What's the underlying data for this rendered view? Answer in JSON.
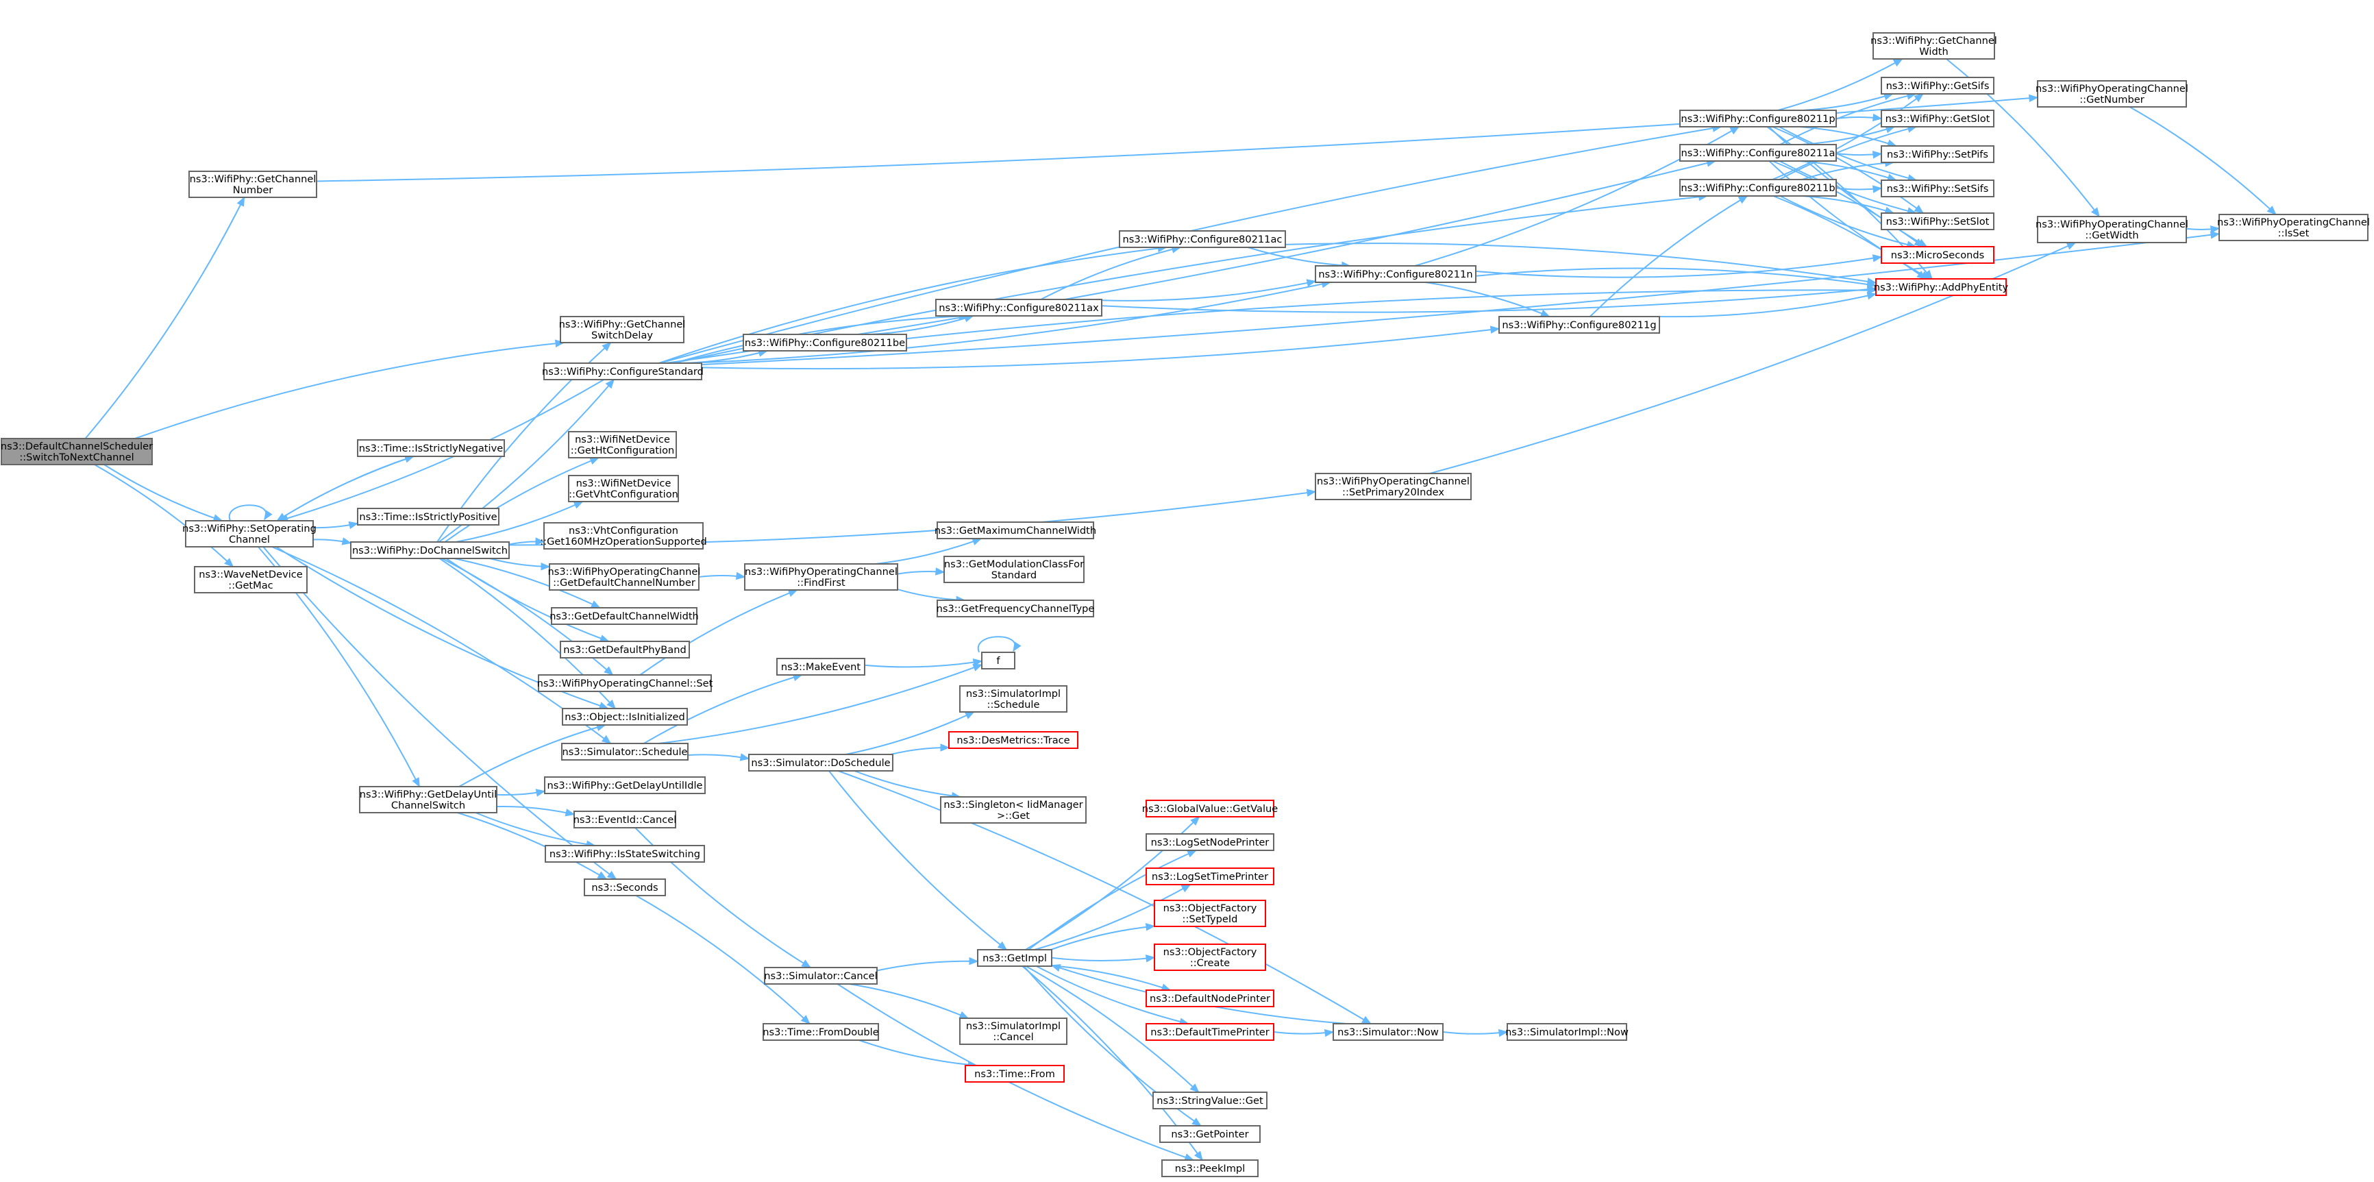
{
  "colors": {
    "node_border": "#666666",
    "node_fill": "#ffffff",
    "root_fill": "#999999",
    "root_border": "#666666",
    "missing_border": "#ff0000",
    "edge": "#63b8ff",
    "text": "#000000"
  },
  "nodes": [
    {
      "id": "n1",
      "lines": [
        "ns3::DefaultChannelScheduler",
        "::SwitchToNextChannel"
      ],
      "style": "root"
    },
    {
      "id": "n2",
      "lines": [
        "ns3::WifiPhy::GetChannel",
        "Number"
      ],
      "style": "normal"
    },
    {
      "id": "n3",
      "lines": [
        "ns3::WifiPhyOperatingChannel",
        "::GetNumber"
      ],
      "style": "normal"
    },
    {
      "id": "n4",
      "lines": [
        "ns3::WifiPhyOperatingChannel",
        "::IsSet"
      ],
      "style": "normal"
    },
    {
      "id": "n5",
      "lines": [
        "ns3::WifiPhy::GetChannel",
        "SwitchDelay"
      ],
      "style": "normal"
    },
    {
      "id": "n6",
      "lines": [
        "ns3::WifiPhy::SetOperating",
        "Channel"
      ],
      "style": "normal"
    },
    {
      "id": "n7",
      "lines": [
        "ns3::Time::IsStrictlyNegative"
      ],
      "style": "normal"
    },
    {
      "id": "n8",
      "lines": [
        "ns3::Time::IsStrictlyPositive"
      ],
      "style": "normal"
    },
    {
      "id": "n9",
      "lines": [
        "ns3::WifiPhy::DoChannelSwitch"
      ],
      "style": "normal"
    },
    {
      "id": "n10",
      "lines": [
        "ns3::WifiPhy::ConfigureStandard"
      ],
      "style": "normal"
    },
    {
      "id": "n11",
      "lines": [
        "ns3::WifiPhy::Configure80211a"
      ],
      "style": "normal"
    },
    {
      "id": "n12",
      "lines": [
        "ns3::WifiPhy::AddPhyEntity"
      ],
      "style": "missing"
    },
    {
      "id": "n13",
      "lines": [
        "ns3::WifiPhy::GetSifs"
      ],
      "style": "normal"
    },
    {
      "id": "n14",
      "lines": [
        "ns3::WifiPhy::GetSlot"
      ],
      "style": "normal"
    },
    {
      "id": "n15",
      "lines": [
        "ns3::MicroSeconds"
      ],
      "style": "missing"
    },
    {
      "id": "n16",
      "lines": [
        "ns3::WifiPhy::SetPifs"
      ],
      "style": "normal"
    },
    {
      "id": "n17",
      "lines": [
        "ns3::WifiPhy::SetSifs"
      ],
      "style": "normal"
    },
    {
      "id": "n18",
      "lines": [
        "ns3::WifiPhy::SetSlot"
      ],
      "style": "normal"
    },
    {
      "id": "n19",
      "lines": [
        "ns3::WifiPhy::Configure80211ac"
      ],
      "style": "normal"
    },
    {
      "id": "n20",
      "lines": [
        "ns3::WifiPhy::Configure80211n"
      ],
      "style": "normal"
    },
    {
      "id": "n21",
      "lines": [
        "ns3::WifiPhy::Configure80211b"
      ],
      "style": "normal"
    },
    {
      "id": "n22",
      "lines": [
        "ns3::WifiPhy::Configure80211g"
      ],
      "style": "normal"
    },
    {
      "id": "n23",
      "lines": [
        "ns3::WifiPhy::Configure80211ax"
      ],
      "style": "normal"
    },
    {
      "id": "n24",
      "lines": [
        "ns3::WifiPhy::Configure80211be"
      ],
      "style": "normal"
    },
    {
      "id": "n25",
      "lines": [
        "ns3::WifiPhy::Configure80211p"
      ],
      "style": "normal"
    },
    {
      "id": "n26",
      "lines": [
        "ns3::WifiPhy::GetChannel",
        "Width"
      ],
      "style": "normal"
    },
    {
      "id": "n27",
      "lines": [
        "ns3::WifiPhyOperatingChannel",
        "::GetWidth"
      ],
      "style": "normal"
    },
    {
      "id": "n28",
      "lines": [
        "ns3::WifiNetDevice",
        "::GetHtConfiguration"
      ],
      "style": "normal"
    },
    {
      "id": "n29",
      "lines": [
        "ns3::WifiNetDevice",
        "::GetVhtConfiguration"
      ],
      "style": "normal"
    },
    {
      "id": "n30",
      "lines": [
        "ns3::VhtConfiguration",
        "::Get160MHzOperationSupported"
      ],
      "style": "normal"
    },
    {
      "id": "n31",
      "lines": [
        "ns3::WifiPhyOperatingChannel",
        "::GetDefaultChannelNumber"
      ],
      "style": "normal"
    },
    {
      "id": "n32",
      "lines": [
        "ns3::WifiPhyOperatingChannel",
        "::FindFirst"
      ],
      "style": "normal"
    },
    {
      "id": "n33",
      "lines": [
        "ns3::GetMaximumChannelWidth"
      ],
      "style": "normal"
    },
    {
      "id": "n34",
      "lines": [
        "ns3::GetModulationClassFor",
        "Standard"
      ],
      "style": "normal"
    },
    {
      "id": "n35",
      "lines": [
        "ns3::GetFrequencyChannelType"
      ],
      "style": "normal"
    },
    {
      "id": "n36",
      "lines": [
        "ns3::GetDefaultChannelWidth"
      ],
      "style": "normal"
    },
    {
      "id": "n37",
      "lines": [
        "ns3::GetDefaultPhyBand"
      ],
      "style": "normal"
    },
    {
      "id": "n38",
      "lines": [
        "ns3::WifiPhyOperatingChannel::Set"
      ],
      "style": "normal"
    },
    {
      "id": "n39",
      "lines": [
        "ns3::WifiPhyOperatingChannel",
        "::SetPrimary20Index"
      ],
      "style": "normal"
    },
    {
      "id": "n40",
      "lines": [
        "ns3::Object::IsInitialized"
      ],
      "style": "normal"
    },
    {
      "id": "n41",
      "lines": [
        "ns3::WifiPhy::GetDelayUntil",
        "ChannelSwitch"
      ],
      "style": "normal"
    },
    {
      "id": "n42",
      "lines": [
        "ns3::WifiPhy::GetDelayUntilIdle"
      ],
      "style": "normal"
    },
    {
      "id": "n43",
      "lines": [
        "ns3::EventId::Cancel"
      ],
      "style": "normal"
    },
    {
      "id": "n44",
      "lines": [
        "ns3::Simulator::Cancel"
      ],
      "style": "normal"
    },
    {
      "id": "n45",
      "lines": [
        "ns3::GetImpl"
      ],
      "style": "normal"
    },
    {
      "id": "n46",
      "lines": [
        "ns3::GlobalValue::GetValue"
      ],
      "style": "missing"
    },
    {
      "id": "n47",
      "lines": [
        "ns3::LogSetNodePrinter"
      ],
      "style": "normal"
    },
    {
      "id": "n48",
      "lines": [
        "ns3::LogSetTimePrinter"
      ],
      "style": "missing"
    },
    {
      "id": "n49",
      "lines": [
        "ns3::ObjectFactory",
        "::SetTypeId"
      ],
      "style": "missing"
    },
    {
      "id": "n50",
      "lines": [
        "ns3::ObjectFactory",
        "::Create"
      ],
      "style": "missing"
    },
    {
      "id": "n51",
      "lines": [
        "ns3::DefaultNodePrinter"
      ],
      "style": "missing"
    },
    {
      "id": "n52",
      "lines": [
        "ns3::DefaultTimePrinter"
      ],
      "style": "missing"
    },
    {
      "id": "n53",
      "lines": [
        "ns3::Simulator::Now"
      ],
      "style": "normal"
    },
    {
      "id": "n54",
      "lines": [
        "ns3::SimulatorImpl::Now"
      ],
      "style": "normal"
    },
    {
      "id": "n55",
      "lines": [
        "ns3::StringValue::Get"
      ],
      "style": "normal"
    },
    {
      "id": "n56",
      "lines": [
        "ns3::GetPointer"
      ],
      "style": "normal"
    },
    {
      "id": "n57",
      "lines": [
        "ns3::PeekImpl"
      ],
      "style": "normal"
    },
    {
      "id": "n58",
      "lines": [
        "ns3::SimulatorImpl",
        "::Cancel"
      ],
      "style": "normal"
    },
    {
      "id": "n59",
      "lines": [
        "ns3::WifiPhy::IsStateSwitching"
      ],
      "style": "normal"
    },
    {
      "id": "n60",
      "lines": [
        "ns3::Seconds"
      ],
      "style": "normal"
    },
    {
      "id": "n61",
      "lines": [
        "ns3::Time::FromDouble"
      ],
      "style": "normal"
    },
    {
      "id": "n62",
      "lines": [
        "ns3::Time::From"
      ],
      "style": "missing"
    },
    {
      "id": "n63",
      "lines": [
        "ns3::Simulator::Schedule"
      ],
      "style": "normal"
    },
    {
      "id": "n64",
      "lines": [
        "ns3::MakeEvent"
      ],
      "style": "normal"
    },
    {
      "id": "n65",
      "lines": [
        "f"
      ],
      "style": "normal"
    },
    {
      "id": "n66",
      "lines": [
        "ns3::Simulator::DoSchedule"
      ],
      "style": "normal"
    },
    {
      "id": "n67",
      "lines": [
        "ns3::SimulatorImpl",
        "::Schedule"
      ],
      "style": "normal"
    },
    {
      "id": "n68",
      "lines": [
        "ns3::DesMetrics::Trace"
      ],
      "style": "missing"
    },
    {
      "id": "n69",
      "lines": [
        "ns3::Singleton< IidManager",
        ">::Get"
      ],
      "style": "normal"
    },
    {
      "id": "n70",
      "lines": [
        "ns3::WaveNetDevice",
        "::GetMac"
      ],
      "style": "normal"
    }
  ],
  "edges": [
    [
      "n1",
      "n2"
    ],
    [
      "n1",
      "n5"
    ],
    [
      "n1",
      "n6"
    ],
    [
      "n1",
      "n70"
    ],
    [
      "n2",
      "n3"
    ],
    [
      "n3",
      "n4"
    ],
    [
      "n6",
      "n6"
    ],
    [
      "n6",
      "n7"
    ],
    [
      "n6",
      "n8"
    ],
    [
      "n6",
      "n9"
    ],
    [
      "n6",
      "n40"
    ],
    [
      "n6",
      "n41"
    ],
    [
      "n6",
      "n60"
    ],
    [
      "n6",
      "n63"
    ],
    [
      "n7",
      "n6"
    ],
    [
      "n9",
      "n5"
    ],
    [
      "n9",
      "n10"
    ],
    [
      "n9",
      "n28"
    ],
    [
      "n9",
      "n29"
    ],
    [
      "n9",
      "n30"
    ],
    [
      "n9",
      "n31"
    ],
    [
      "n9",
      "n36"
    ],
    [
      "n9",
      "n37"
    ],
    [
      "n9",
      "n38"
    ],
    [
      "n9",
      "n39"
    ],
    [
      "n9",
      "n40"
    ],
    [
      "n10",
      "n11"
    ],
    [
      "n10",
      "n19"
    ],
    [
      "n10",
      "n20"
    ],
    [
      "n10",
      "n21"
    ],
    [
      "n10",
      "n22"
    ],
    [
      "n10",
      "n23"
    ],
    [
      "n10",
      "n24"
    ],
    [
      "n10",
      "n25"
    ],
    [
      "n10",
      "n4"
    ],
    [
      "n10",
      "n6"
    ],
    [
      "n11",
      "n12"
    ],
    [
      "n11",
      "n13"
    ],
    [
      "n11",
      "n14"
    ],
    [
      "n11",
      "n15"
    ],
    [
      "n11",
      "n16"
    ],
    [
      "n11",
      "n17"
    ],
    [
      "n11",
      "n18"
    ],
    [
      "n19",
      "n12"
    ],
    [
      "n19",
      "n20"
    ],
    [
      "n20",
      "n12"
    ],
    [
      "n20",
      "n15"
    ],
    [
      "n20",
      "n22"
    ],
    [
      "n20",
      "n25"
    ],
    [
      "n21",
      "n12"
    ],
    [
      "n21",
      "n13"
    ],
    [
      "n21",
      "n14"
    ],
    [
      "n21",
      "n15"
    ],
    [
      "n21",
      "n16"
    ],
    [
      "n21",
      "n17"
    ],
    [
      "n21",
      "n18"
    ],
    [
      "n22",
      "n12"
    ],
    [
      "n22",
      "n21"
    ],
    [
      "n23",
      "n12"
    ],
    [
      "n23",
      "n19"
    ],
    [
      "n23",
      "n20"
    ],
    [
      "n24",
      "n12"
    ],
    [
      "n24",
      "n23"
    ],
    [
      "n25",
      "n12"
    ],
    [
      "n25",
      "n13"
    ],
    [
      "n25",
      "n14"
    ],
    [
      "n25",
      "n15"
    ],
    [
      "n25",
      "n16"
    ],
    [
      "n25",
      "n17"
    ],
    [
      "n25",
      "n18"
    ],
    [
      "n25",
      "n26"
    ],
    [
      "n26",
      "n27"
    ],
    [
      "n27",
      "n4"
    ],
    [
      "n31",
      "n32"
    ],
    [
      "n32",
      "n33"
    ],
    [
      "n32",
      "n34"
    ],
    [
      "n32",
      "n35"
    ],
    [
      "n38",
      "n32"
    ],
    [
      "n39",
      "n27"
    ],
    [
      "n41",
      "n40"
    ],
    [
      "n41",
      "n42"
    ],
    [
      "n41",
      "n43"
    ],
    [
      "n41",
      "n59"
    ],
    [
      "n41",
      "n60"
    ],
    [
      "n43",
      "n44"
    ],
    [
      "n44",
      "n45"
    ],
    [
      "n44",
      "n57"
    ],
    [
      "n44",
      "n58"
    ],
    [
      "n45",
      "n46"
    ],
    [
      "n45",
      "n47"
    ],
    [
      "n45",
      "n48"
    ],
    [
      "n45",
      "n49"
    ],
    [
      "n45",
      "n50"
    ],
    [
      "n45",
      "n51"
    ],
    [
      "n45",
      "n52"
    ],
    [
      "n45",
      "n55"
    ],
    [
      "n45",
      "n56"
    ],
    [
      "n45",
      "n57"
    ],
    [
      "n52",
      "n53"
    ],
    [
      "n53",
      "n45"
    ],
    [
      "n53",
      "n54"
    ],
    [
      "n60",
      "n61"
    ],
    [
      "n61",
      "n62"
    ],
    [
      "n63",
      "n64"
    ],
    [
      "n63",
      "n65"
    ],
    [
      "n63",
      "n66"
    ],
    [
      "n64",
      "n65"
    ],
    [
      "n65",
      "n65"
    ],
    [
      "n66",
      "n45"
    ],
    [
      "n66",
      "n53"
    ],
    [
      "n66",
      "n67"
    ],
    [
      "n66",
      "n68"
    ],
    [
      "n66",
      "n69"
    ]
  ]
}
